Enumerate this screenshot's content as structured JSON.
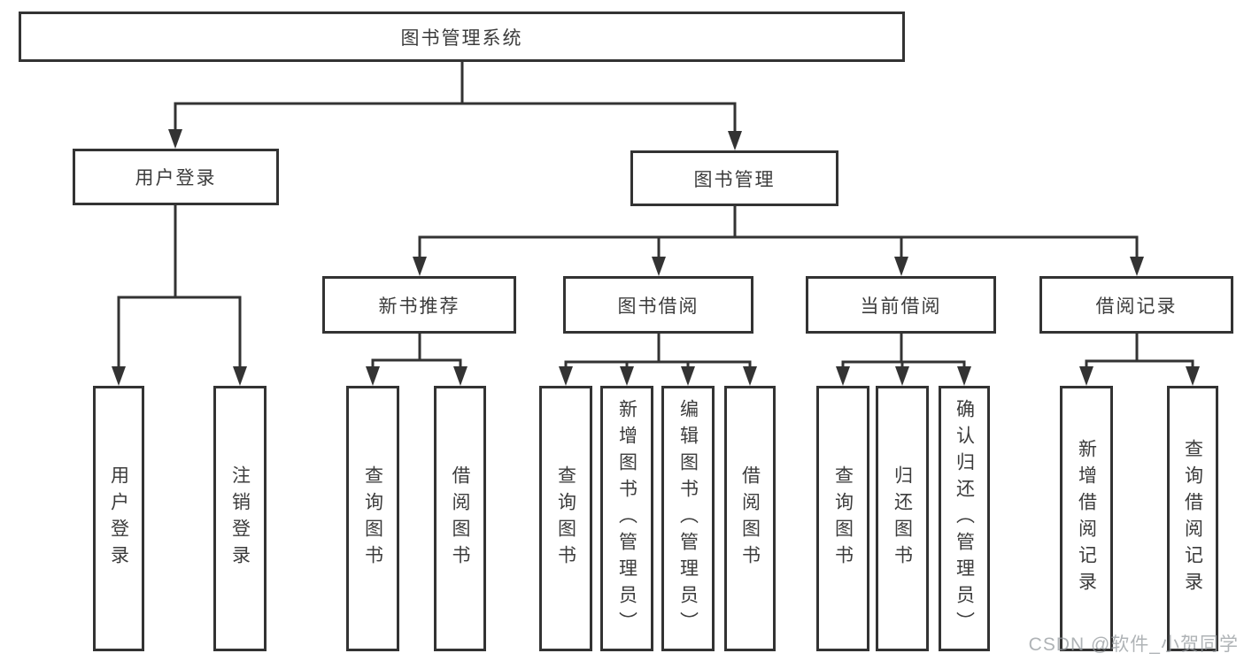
{
  "diagram": {
    "root": {
      "label": "图书管理系统"
    },
    "level2": [
      {
        "label": "用户登录",
        "leaves": [
          {
            "label": "用户登录"
          },
          {
            "label": "注销登录"
          }
        ]
      },
      {
        "label": "图书管理",
        "groups": [
          {
            "label": "新书推荐",
            "leaves": [
              {
                "label": "查询图书"
              },
              {
                "label": "借阅图书"
              }
            ]
          },
          {
            "label": "图书借阅",
            "leaves": [
              {
                "label": "查询图书"
              },
              {
                "label": "新增图书（管理员）"
              },
              {
                "label": "编辑图书（管理员）"
              },
              {
                "label": "借阅图书"
              }
            ]
          },
          {
            "label": "当前借阅",
            "leaves": [
              {
                "label": "查询图书"
              },
              {
                "label": "归还图书"
              },
              {
                "label": "确认归还（管理员）"
              }
            ]
          },
          {
            "label": "借阅记录",
            "leaves": [
              {
                "label": "新增借阅记录"
              },
              {
                "label": "查询借阅记录"
              }
            ]
          }
        ]
      }
    ]
  },
  "watermark": {
    "text": "CSDN @软件_小贺同学"
  },
  "colors": {
    "line": "#333333",
    "box_border": "#333333",
    "text": "#3c3c3c",
    "background": "#ffffff",
    "watermark": "#94999e"
  }
}
